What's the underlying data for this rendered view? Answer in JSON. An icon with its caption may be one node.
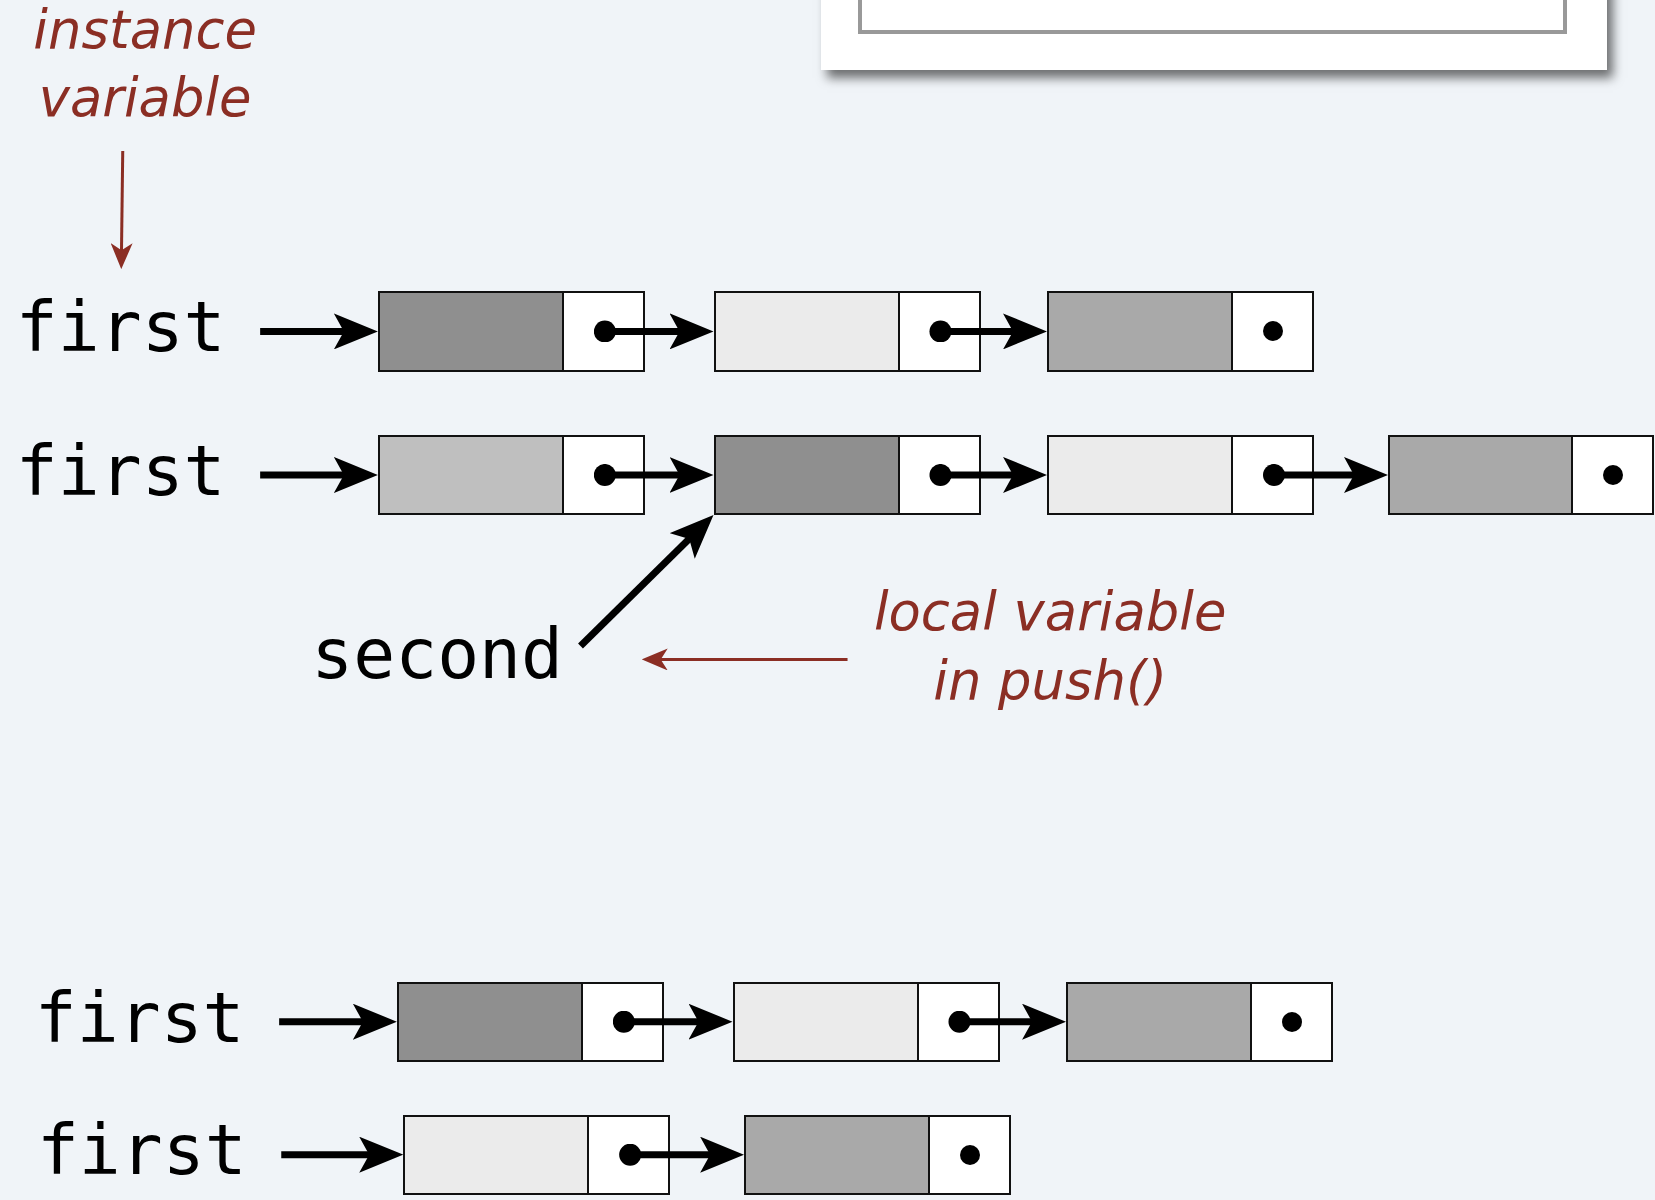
{
  "diagram": {
    "nodes": [
      {
        "text": [
          "instance variable"
        ]
      },
      {
        "text": [
          "first"
        ]
      },
      {
        "text": [],
        "shape": "box"
      },
      {
        "text": [],
        "shape": "box"
      },
      {
        "text": [],
        "shape": "box"
      },
      {
        "text": [
          "first"
        ]
      },
      {
        "text": [],
        "shape": "box"
      },
      {
        "text": [],
        "shape": "box"
      },
      {
        "text": [],
        "shape": "box"
      },
      {
        "text": [],
        "shape": "box"
      },
      {
        "text": [
          "second"
        ]
      },
      {
        "text": [
          "local variable in push()"
        ]
      },
      {
        "text": [
          "first"
        ]
      },
      {
        "text": [],
        "shape": "box"
      },
      {
        "text": [],
        "shape": "box"
      },
      {
        "text": [],
        "shape": "box"
      },
      {
        "text": [
          "first"
        ]
      },
      {
        "text": [],
        "shape": "box"
      },
      {
        "text": [],
        "shape": "box"
      }
    ],
    "edges": [
      {
        "from": 0,
        "to": 1,
        "arrow": "to",
        "color": "#8b2e24"
      },
      {
        "from": 1,
        "to": 2,
        "arrow": "to"
      },
      {
        "from": 2,
        "to": 3,
        "arrow": "to"
      },
      {
        "from": 3,
        "to": 4,
        "arrow": "to"
      },
      {
        "from": 5,
        "to": 6,
        "arrow": "to"
      },
      {
        "from": 6,
        "to": 7,
        "arrow": "to"
      },
      {
        "from": 7,
        "to": 8,
        "arrow": "to"
      },
      {
        "from": 8,
        "to": 9,
        "arrow": "to"
      },
      {
        "from": 10,
        "to": 7,
        "arrow": "to"
      },
      {
        "from": 11,
        "to": 10,
        "arrow": "to",
        "color": "#8b2e24"
      },
      {
        "from": 12,
        "to": 13,
        "arrow": "to"
      },
      {
        "from": 13,
        "to": 14,
        "arrow": "to"
      },
      {
        "from": 14,
        "to": 15,
        "arrow": "to"
      },
      {
        "from": 16,
        "to": 17,
        "arrow": "to"
      },
      {
        "from": 17,
        "to": 18,
        "arrow": "to"
      }
    ]
  }
}
